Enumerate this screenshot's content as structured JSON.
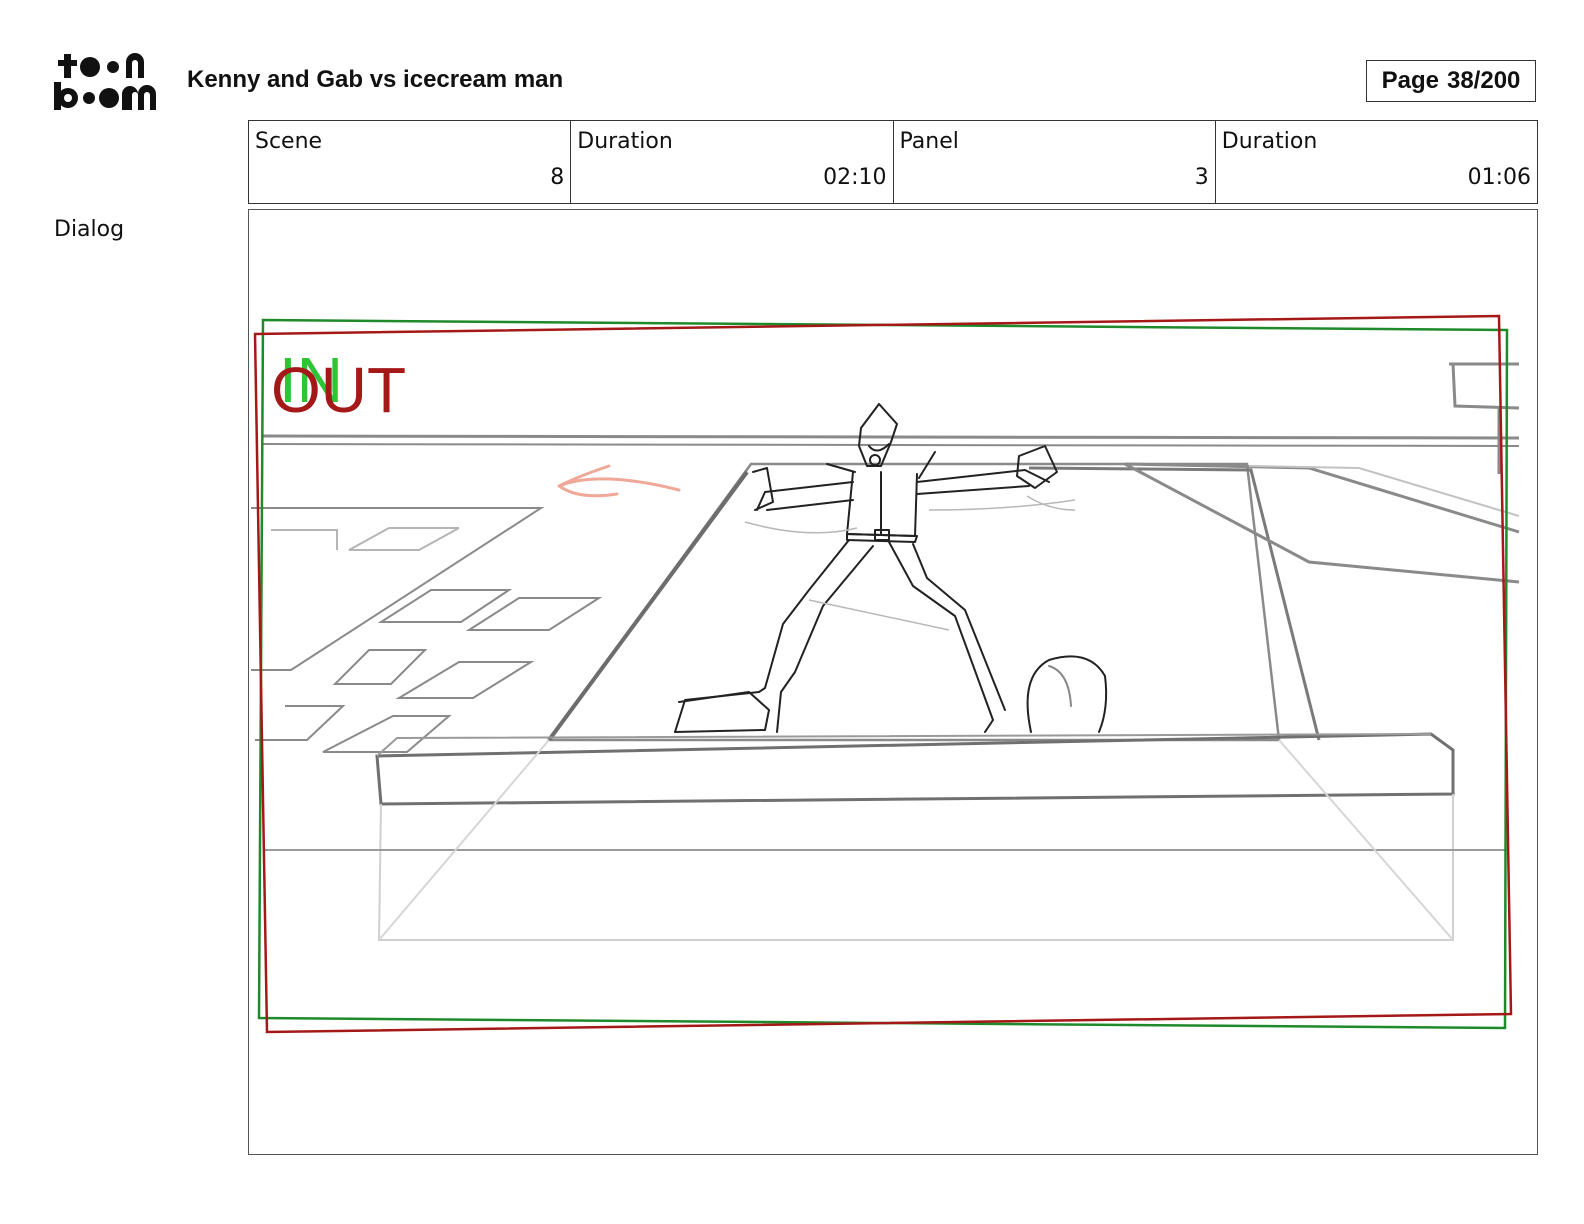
{
  "header": {
    "logo_name": "toonboom",
    "title": "Kenny and Gab vs icecream man",
    "page_label": "Page",
    "page_value": "38/200"
  },
  "info": {
    "cells": [
      {
        "label": "Scene",
        "value": "8"
      },
      {
        "label": "Duration",
        "value": "02:10"
      },
      {
        "label": "Panel",
        "value": "3"
      },
      {
        "label": "Duration",
        "value": "01:06"
      }
    ]
  },
  "sidebar": {
    "dialog_label": "Dialog"
  },
  "panel": {
    "frame_in_label": "IN",
    "frame_out_label": "OUT",
    "colors": {
      "frame_in": "#1f8a2a",
      "frame_out": "#a51818",
      "sketch": "#8a8a8a",
      "figure": "#222222",
      "arrow": "#f0a898"
    }
  }
}
